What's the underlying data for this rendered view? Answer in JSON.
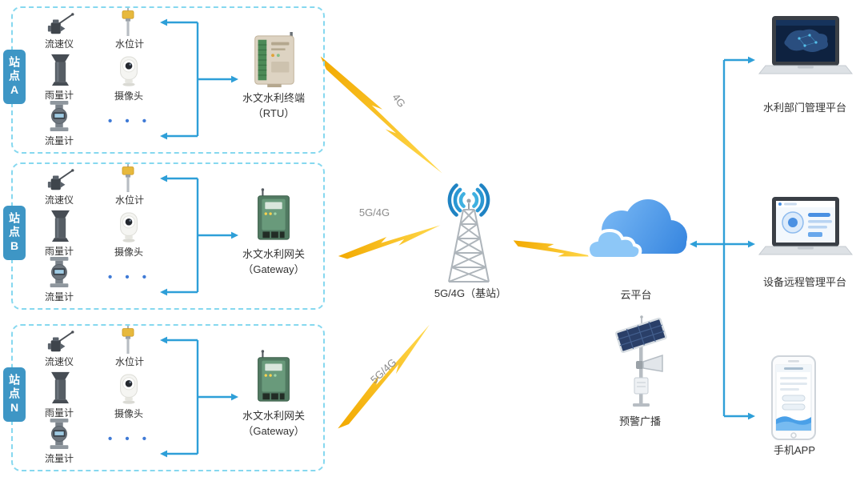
{
  "stations": [
    {
      "label": "站点A",
      "sensors": [
        "流速仪",
        "水位计",
        "雨量计",
        "摄像头",
        "流量计"
      ],
      "more_dots": "• • •",
      "device_line1": "水文水利终端",
      "device_line2": "（RTU）"
    },
    {
      "label": "站点B",
      "sensors": [
        "流速仪",
        "水位计",
        "雨量计",
        "摄像头",
        "流量计"
      ],
      "more_dots": "• • •",
      "device_line1": "水文水利网关",
      "device_line2": "（Gateway）"
    },
    {
      "label": "站点N",
      "sensors": [
        "流速仪",
        "水位计",
        "雨量计",
        "摄像头",
        "流量计"
      ],
      "more_dots": "• • •",
      "device_line1": "水文水利网关",
      "device_line2": "（Gateway）"
    }
  ],
  "network": {
    "link_top_label": "4G",
    "link_mid_label": "5G/4G",
    "link_bottom_label": "5G/4G",
    "tower_label": "5G/4G（基站）",
    "cloud_label": "云平台",
    "broadcast_label": "预警广播"
  },
  "platforms": [
    {
      "label": "水利部门管理平台"
    },
    {
      "label": "设备远程管理平台"
    },
    {
      "label": "手机APP"
    }
  ],
  "colors": {
    "arrow_blue": "#2E9FD8",
    "bolt_gold": "#FFC21A",
    "station_border": "#86D8EF",
    "station_tab_bg": "#3E96C5",
    "text_dark": "#333333",
    "link_text_gray": "#8B8B8B",
    "cloud_blue": "#3584E4"
  }
}
